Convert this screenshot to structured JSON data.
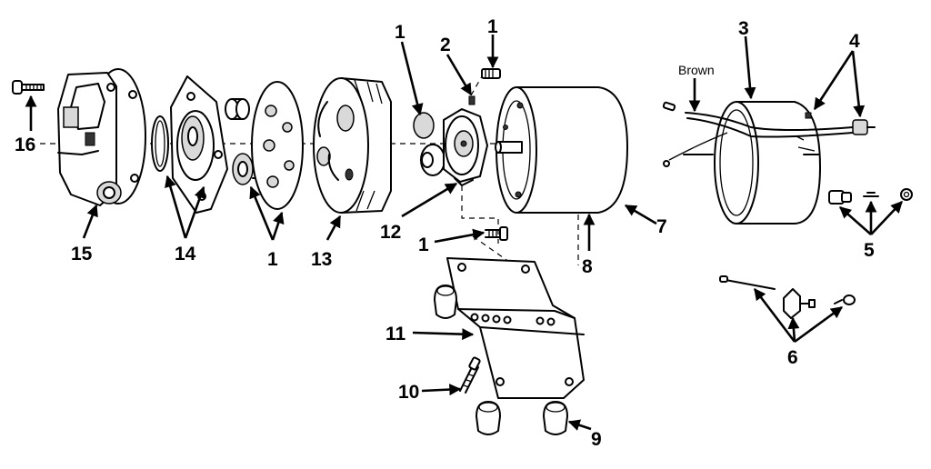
{
  "labels": {
    "c1a": "1",
    "c1b": "1",
    "c1c": "1",
    "c1d": "1",
    "c2": "2",
    "c3": "3",
    "c4": "4",
    "c5": "5",
    "c6": "6",
    "c7": "7",
    "c8": "8",
    "c9": "9",
    "c10": "10",
    "c11": "11",
    "c12": "12",
    "c13": "13",
    "c14": "14",
    "c15": "15",
    "c16": "16",
    "brown": "Brown"
  }
}
